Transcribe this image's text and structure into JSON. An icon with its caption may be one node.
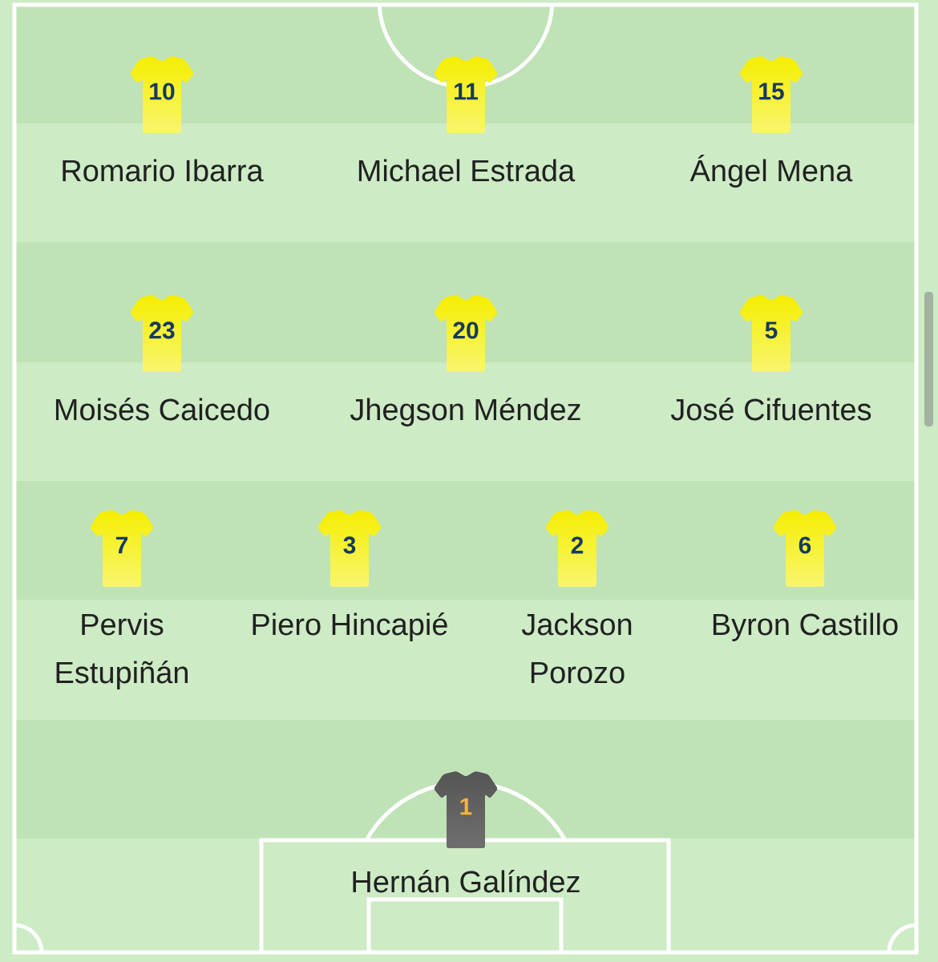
{
  "diagram": {
    "nodes": [
      {
        "text": [
          "10"
        ],
        "beside": [
          "Romario Ibarra"
        ]
      },
      {
        "text": [
          "11"
        ],
        "beside": [
          "Michael Estrada"
        ]
      },
      {
        "text": [
          "15"
        ],
        "beside": [
          "Ángel Mena"
        ]
      },
      {
        "text": [
          "23"
        ],
        "beside": [
          "Moisés Caicedo"
        ]
      },
      {
        "text": [
          "20"
        ],
        "beside": [
          "Jhegson Méndez"
        ]
      },
      {
        "text": [
          "5"
        ],
        "beside": [
          "José Cifuentes"
        ]
      },
      {
        "text": [
          "7"
        ],
        "beside": [
          "Pervis Estupiñán"
        ]
      },
      {
        "text": [
          "3"
        ],
        "beside": [
          "Piero Hincapié"
        ]
      },
      {
        "text": [
          "2"
        ],
        "beside": [
          "Jackson Porozo"
        ]
      },
      {
        "text": [
          "6"
        ],
        "beside": [
          "Byron Castillo"
        ]
      },
      {
        "text": [
          "1"
        ],
        "beside": [
          "Hernán Galíndez"
        ]
      }
    ]
  }
}
